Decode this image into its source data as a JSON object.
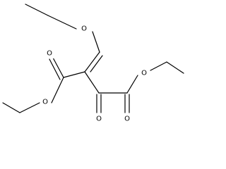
{
  "structure": {
    "atoms": {
      "o_ether_top": "O",
      "o_ester_left_carbonyl": "O",
      "o_ester_left_alkoxy": "O",
      "o_ketone": "O",
      "o_ester_right_carbonyl": "O",
      "o_ester_right_alkoxy": "O"
    }
  },
  "colors": {
    "bond": "#000000",
    "text": "#000000",
    "background": "#ffffff"
  }
}
